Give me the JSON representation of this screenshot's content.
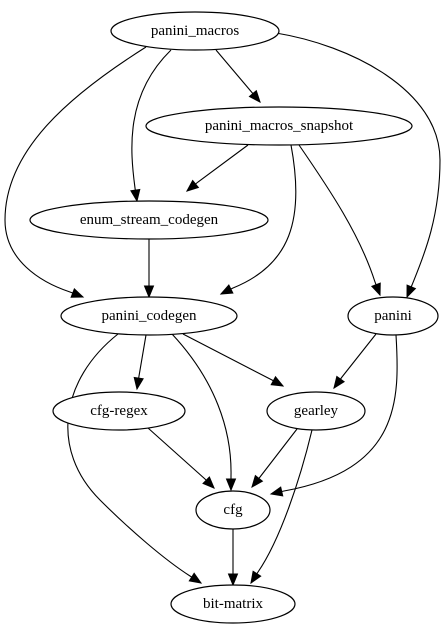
{
  "graph": {
    "nodes": [
      {
        "id": "panini_macros",
        "label": "panini_macros"
      },
      {
        "id": "panini_macros_snapshot",
        "label": "panini_macros_snapshot"
      },
      {
        "id": "enum_stream_codegen",
        "label": "enum_stream_codegen"
      },
      {
        "id": "panini_codegen",
        "label": "panini_codegen"
      },
      {
        "id": "panini",
        "label": "panini"
      },
      {
        "id": "cfg-regex",
        "label": "cfg-regex"
      },
      {
        "id": "gearley",
        "label": "gearley"
      },
      {
        "id": "cfg",
        "label": "cfg"
      },
      {
        "id": "bit-matrix",
        "label": "bit-matrix"
      }
    ],
    "edges": [
      {
        "from": "panini_macros",
        "to": "panini_macros_snapshot"
      },
      {
        "from": "panini_macros",
        "to": "enum_stream_codegen"
      },
      {
        "from": "panini_macros",
        "to": "panini_codegen"
      },
      {
        "from": "panini_macros",
        "to": "panini"
      },
      {
        "from": "panini_macros_snapshot",
        "to": "enum_stream_codegen"
      },
      {
        "from": "panini_macros_snapshot",
        "to": "panini_codegen"
      },
      {
        "from": "panini_macros_snapshot",
        "to": "panini"
      },
      {
        "from": "enum_stream_codegen",
        "to": "panini_codegen"
      },
      {
        "from": "panini_codegen",
        "to": "cfg-regex"
      },
      {
        "from": "panini_codegen",
        "to": "gearley"
      },
      {
        "from": "panini_codegen",
        "to": "cfg"
      },
      {
        "from": "panini_codegen",
        "to": "bit-matrix"
      },
      {
        "from": "panini",
        "to": "gearley"
      },
      {
        "from": "panini",
        "to": "cfg"
      },
      {
        "from": "cfg-regex",
        "to": "cfg"
      },
      {
        "from": "gearley",
        "to": "cfg"
      },
      {
        "from": "gearley",
        "to": "bit-matrix"
      },
      {
        "from": "cfg",
        "to": "bit-matrix"
      }
    ]
  }
}
